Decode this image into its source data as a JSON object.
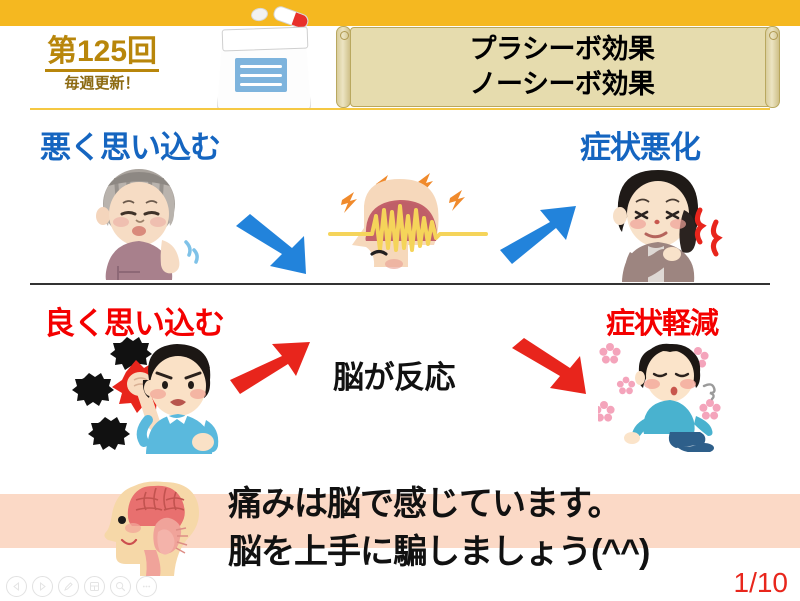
{
  "slide": {
    "issue_number": "第125回",
    "issue_subtitle": "毎週更新！",
    "title_line1": "プラシーボ効果",
    "title_line2": "ノーシーボ効果",
    "labels": {
      "bad_thinking": "悪く思い込む",
      "symptom_worsen": "症状悪化",
      "good_thinking": "良く思い込む",
      "symptom_relief": "症状軽減",
      "brain_reacts": "脳が反応"
    },
    "bottom_line1": "痛みは脳で感じています。",
    "bottom_line2": "脳を上手に騙しましょう(^^)",
    "page_indicator": "1/10",
    "colors": {
      "header_band": "#f5b820",
      "issue_gold": "#b8860b",
      "scroll_paper": "#e6dcae",
      "negative_blue": "#1565c0",
      "positive_red": "#f40000",
      "bottom_band": "#fbd9c6",
      "page_number_red": "#e8261c"
    },
    "illustrations": {
      "medicine_bag": "medicine-bag-illustration",
      "pills": "pills-illustration",
      "elderly_worried": "elderly-worried-woman-illustration",
      "shoulder_pain": "shoulder-pain-woman-illustration",
      "brain_waves_head": "head-with-brain-waves-illustration",
      "boy_fighting_germs": "boy-punching-germs-illustration",
      "relaxed_boy": "relaxed-happy-boy-illustration",
      "anatomical_brain_head": "head-with-anatomical-brain-illustration",
      "arrow_top": "blue-arrow-down-right",
      "arrow_top_right": "blue-arrow-up-right",
      "arrow_bottom": "red-arrow-up-right",
      "arrow_bottom_right": "red-arrow-down-right"
    }
  },
  "toolbar": {
    "items": [
      {
        "name": "previous-slide-button",
        "icon": "triangle-left-icon"
      },
      {
        "name": "play-slideshow-button",
        "icon": "triangle-right-icon"
      },
      {
        "name": "pen-tool-button",
        "icon": "pencil-icon"
      },
      {
        "name": "thumbnails-button",
        "icon": "grid-icon"
      },
      {
        "name": "zoom-button",
        "icon": "magnifier-icon"
      },
      {
        "name": "more-options-button",
        "icon": "ellipsis-icon"
      }
    ]
  }
}
